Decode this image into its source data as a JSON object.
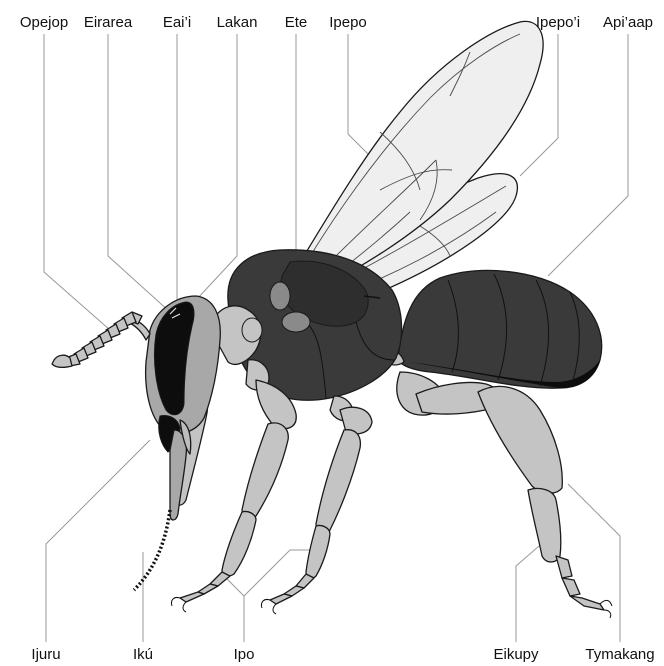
{
  "labels": {
    "top": [
      "Opejop",
      "Eirarea",
      "Eai’i",
      "Lakan",
      "Ete",
      "Ipepo",
      "Ipepo’i",
      "Api’aap"
    ],
    "bottom": [
      "Ijuru",
      "Ikú",
      "Ipo",
      "Eikupy",
      "Tymakang"
    ]
  },
  "colors": {
    "dark": "#3a3a3a",
    "mid": "#a8a8a8",
    "light": "#c4c4c4",
    "wing": "#efefef",
    "black": "#0d0d0d",
    "leader": "#9a9a9a"
  }
}
